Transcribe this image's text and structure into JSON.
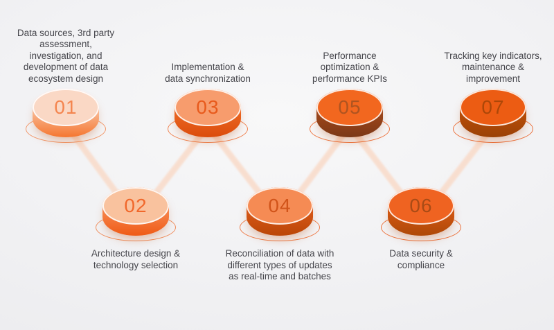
{
  "theme": {
    "background_center": "#F8F8F9",
    "background_edge": "#ECECEF",
    "text_color": "#45454B",
    "connector_color": "#F9D9C6",
    "rim_color": "rgba(255,255,255,0.85)"
  },
  "steps": [
    {
      "number": "01",
      "label": "Data sources, 3rd party\nassessment,\ninvestigation, and\ndevelopment of data\necosystem design",
      "row": "top",
      "colors": {
        "top": "#FAD8C5",
        "side_top": "#F9C7A8",
        "side_bottom": "#F57A36",
        "number": "#F4854F",
        "ring": "#F2854C"
      }
    },
    {
      "number": "02",
      "label": "Architecture design &\ntechnology selection",
      "row": "bottom",
      "colors": {
        "top": "#F9C29E",
        "side_top": "#F8905A",
        "side_bottom": "#EF5D19",
        "number": "#F1682B",
        "ring": "#F07A3E"
      }
    },
    {
      "number": "03",
      "label": "Implementation &\ndata synchronization",
      "row": "top",
      "colors": {
        "top": "#F79C6D",
        "side_top": "#EE6C28",
        "side_bottom": "#DC4E0D",
        "number": "#E85A1C",
        "ring": "#EE6C2F"
      }
    },
    {
      "number": "04",
      "label": "Reconciliation of data with\ndifferent types of updates\nas real-time and batches",
      "row": "bottom",
      "colors": {
        "top": "#F58B54",
        "side_top": "#DE5C1C",
        "side_bottom": "#BC4708",
        "number": "#D1541A",
        "ring": "#ED6426"
      }
    },
    {
      "number": "05",
      "label": "Performance\noptimization &\nperformance KPIs",
      "row": "top",
      "colors": {
        "top": "#F2671F",
        "side_top": "#A84A1B",
        "side_bottom": "#7E3917",
        "number": "#AE5420",
        "ring": "#EC5E1E"
      }
    },
    {
      "number": "06",
      "label": "Data security &\ncompliance",
      "row": "bottom",
      "colors": {
        "top": "#EF6321",
        "side_top": "#DC5B15",
        "side_bottom": "#B04908",
        "number": "#A94B16",
        "ring": "#EB5A1A"
      }
    },
    {
      "number": "07",
      "label": "Tracking key indicators,\nmaintenance &\nimprovement",
      "row": "top",
      "colors": {
        "top": "#EC5C13",
        "side_top": "#C25109",
        "side_bottom": "#9C4206",
        "number": "#AC4708",
        "ring": "#EA5615"
      }
    }
  ]
}
